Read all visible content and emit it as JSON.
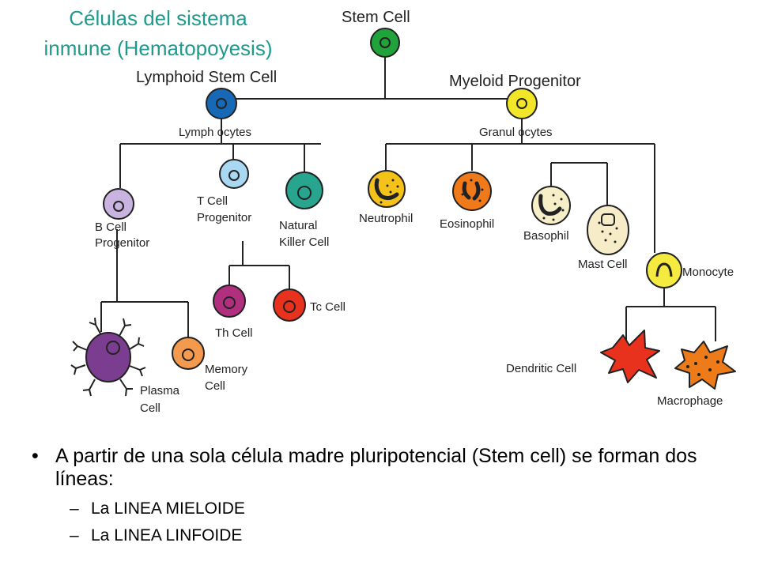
{
  "title_line1": "Células del sistema",
  "title_line2": "inmune (Hematopoyesis)",
  "labels": {
    "stem_cell": "Stem Cell",
    "lymphoid_stem_cell": "Lymphoid Stem Cell",
    "myeloid_progenitor": "Myeloid Progenitor",
    "lymphocytes": "Lymph ocytes",
    "granulocytes": "Granul ocytes",
    "b_cell_1": "B Cell",
    "b_cell_2": "Progenitor",
    "t_cell_1": "T Cell",
    "t_cell_2": "Progenitor",
    "nk_1": "Natural",
    "nk_2": "Killer Cell",
    "neutrophil": "Neutrophil",
    "eosinophil": "Eosinophil",
    "basophil": "Basophil",
    "mast_cell": "Mast Cell",
    "monocyte": "Monocyte",
    "th_cell": "Th Cell",
    "tc_cell": "Tc Cell",
    "memory_1": "Memory",
    "memory_2": "Cell",
    "plasma_1": "Plasma",
    "plasma_2": "Cell",
    "dendritic": "Dendritic Cell",
    "macrophage": "Macrophage"
  },
  "colors": {
    "title": "#1f9a8e",
    "stem": "#1fa33a",
    "lymphoid": "#1769b5",
    "myeloid": "#f2e628",
    "b_cell": "#c9b3e0",
    "t_cell": "#a9d8f2",
    "nk": "#27a58f",
    "neutrophil": "#f5c21a",
    "eosinophil": "#f07a1a",
    "basophil": "#f6eec6",
    "mast": "#f6ecc8",
    "monocyte": "#f4ea40",
    "th": "#b0307f",
    "tc": "#e8321e",
    "memory": "#f39a4e",
    "plasma": "#7a3d8f",
    "dendritic": "#e8321e",
    "macrophage": "#ee7b1a"
  },
  "bullets": {
    "main": "A partir de una sola célula madre pluripotencial (Stem cell) se forman dos líneas:",
    "sub1": "La LINEA MIELOIDE",
    "sub2": "La LINEA LINFOIDE"
  }
}
